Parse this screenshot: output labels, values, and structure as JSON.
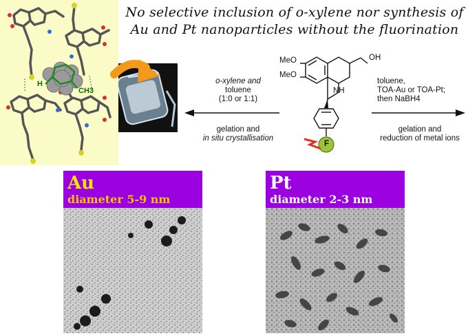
{
  "headline": {
    "line1": "No selective inclusion of o-xylene nor synthesis of",
    "line2": "Au and Pt nanoparticles without the fluorination"
  },
  "molecule": {
    "substituent_top": "MeO",
    "substituent_bottom": "MeO",
    "nh": "NH",
    "oh": "OH",
    "fluorine": "F"
  },
  "crystal_inset": {
    "h_label": "H",
    "ch3_label": "CH3"
  },
  "left_conditions": {
    "above": [
      "o-xylene and",
      "toluene",
      "(1:0 or 1:1)"
    ],
    "below_line1": "gelation and",
    "below_line2": "in situ crystallisation"
  },
  "right_conditions": {
    "above": [
      "toluene,",
      "TOA-Au or TOA-Pt;",
      "then NaBH4"
    ],
    "below_line1": "gelation and",
    "below_line2": "reduction of metal ions"
  },
  "panels": {
    "au": {
      "metal": "Au",
      "diameter": "diameter 5-9 nm"
    },
    "pt": {
      "metal": "Pt",
      "diameter": "diameter 2-3 nm"
    }
  },
  "colors": {
    "header_purple": "#9a00e0",
    "metal_label": "#f5e600",
    "diameter_label": "#f5c400",
    "panel_yellow": "#fbfbc8",
    "orange_arrow": "#f39a1c",
    "fluorine_sphere": "#9cc43a"
  }
}
